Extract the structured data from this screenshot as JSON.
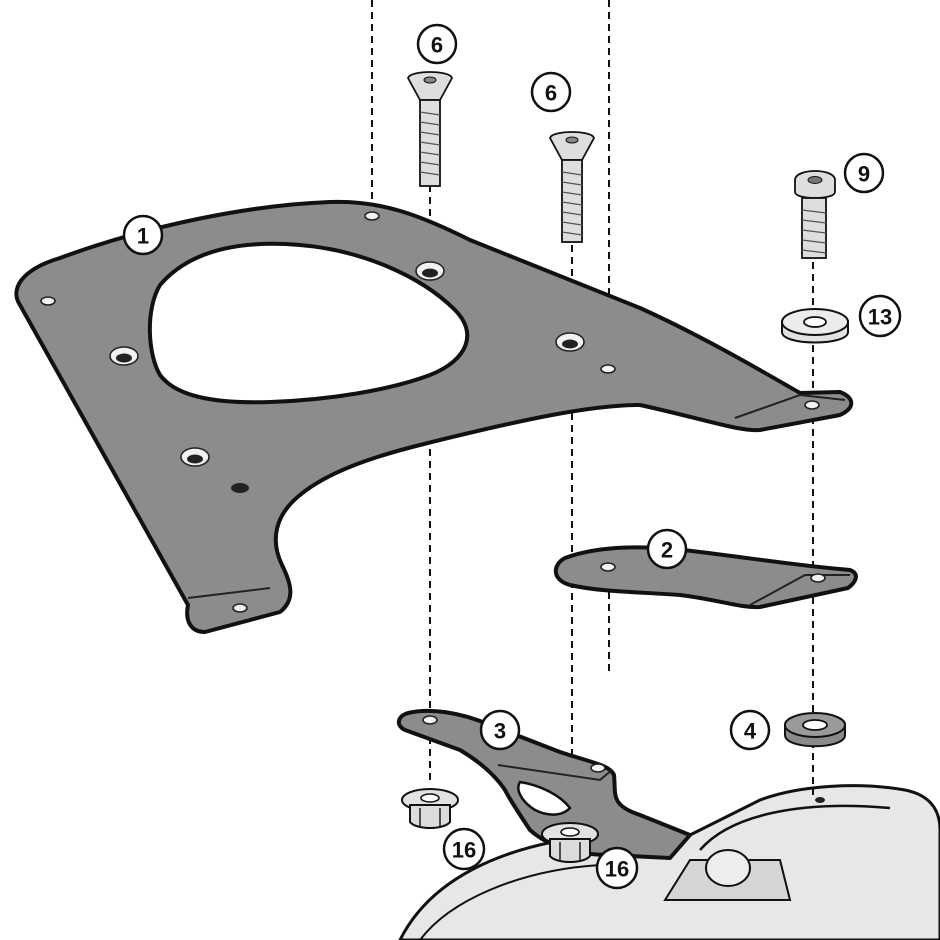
{
  "callouts": [
    {
      "id": "part-1",
      "label": "1"
    },
    {
      "id": "part-2",
      "label": "2"
    },
    {
      "id": "part-3",
      "label": "3"
    },
    {
      "id": "part-4",
      "label": "4"
    },
    {
      "id": "part-6a",
      "label": "6"
    },
    {
      "id": "part-6b",
      "label": "6"
    },
    {
      "id": "part-9",
      "label": "9"
    },
    {
      "id": "part-13",
      "label": "13"
    },
    {
      "id": "part-16a",
      "label": "16"
    },
    {
      "id": "part-16b",
      "label": "16"
    }
  ],
  "colors": {
    "plate": "#8c8c8c",
    "outline": "#111111",
    "hardware": "#dedede",
    "background": "#ffffff"
  }
}
